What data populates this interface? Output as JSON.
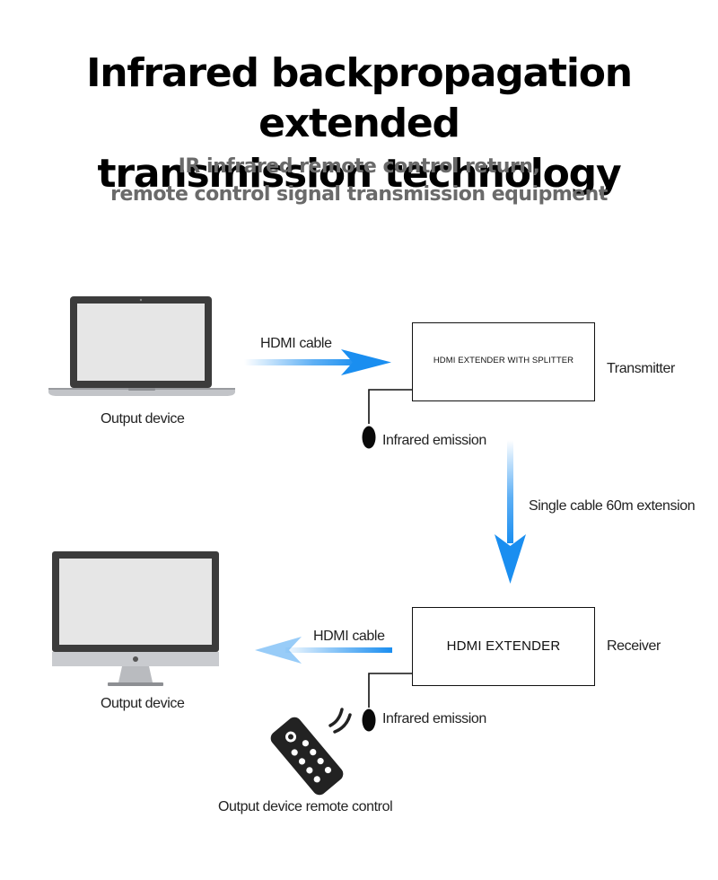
{
  "heading": {
    "line1": "Infrared backpropagation extended",
    "line2": "transmission technology"
  },
  "subheading": {
    "line1": "IR infrared remote control return,",
    "line2": "remote control signal transmission equipment"
  },
  "diagram": {
    "laptop_label": "Output device",
    "imac_label": "Output device",
    "hdmi_cable_top": "HDMI cable",
    "hdmi_cable_bottom": "HDMI cable",
    "transmitter_box": "HDMI EXTENDER WITH SPLITTER",
    "transmitter_label": "Transmitter",
    "receiver_box": "HDMI EXTENDER",
    "receiver_label": "Receiver",
    "ir_top": "Infrared emission",
    "ir_bottom": "Infrared emission",
    "cable_extension": "Single cable 60m extension",
    "remote_label": "Output device remote control"
  },
  "colors": {
    "arrow_blue": "#1a8ef0",
    "frame_dark": "#3c3c3c",
    "screen_gray": "#e6e6e6",
    "text_gray": "#6a6a6a"
  },
  "icons": [
    "laptop-icon",
    "imac-icon",
    "ir-sensor-icon",
    "remote-control-icon"
  ]
}
